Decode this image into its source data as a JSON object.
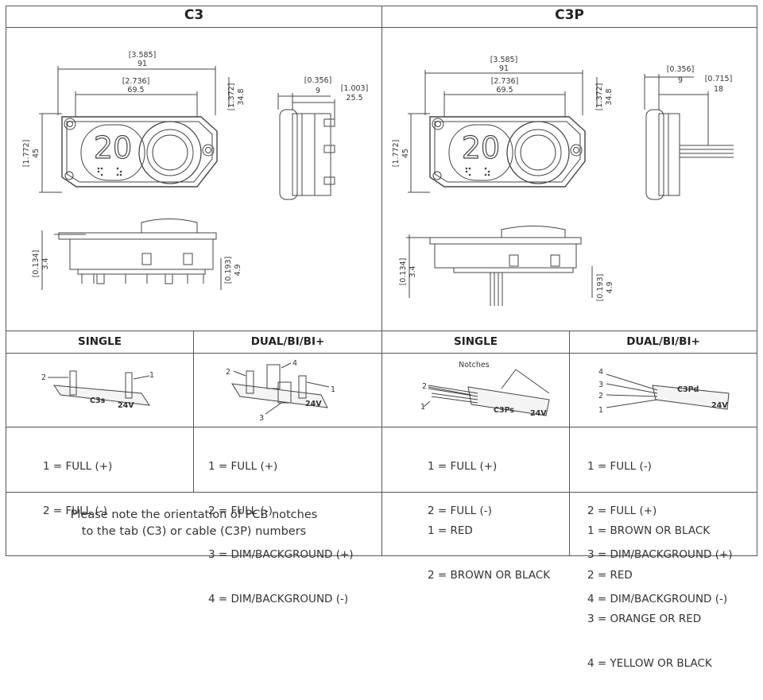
{
  "headers": {
    "c3": "C3",
    "c3p": "C3P"
  },
  "dims_c3": {
    "w_in": "[3.585]",
    "w_mm": "91",
    "w2_in": "[2.736]",
    "w2_mm": "69.5",
    "h_in": "[1.772]",
    "h_mm": "45",
    "d_in": "[1.372]",
    "d_mm": "34.8",
    "s1_in": "[0.356]",
    "s1_mm": "9",
    "s2_in": "[1.003]",
    "s2_mm": "25.5",
    "b1_in": "[0.134]",
    "b1_mm": "3.4",
    "b2_in": "[0.193]",
    "b2_mm": "4.9"
  },
  "dims_c3p": {
    "w_in": "[3.585]",
    "w_mm": "91",
    "w2_in": "[2.736]",
    "w2_mm": "69.5",
    "h_in": "[1.772]",
    "h_mm": "45",
    "d_in": "[1.372]",
    "d_mm": "34.8",
    "s1_in": "[0.356]",
    "s1_mm": "9",
    "s2_in": "[0.715]",
    "s2_mm": "18",
    "b1_in": "[0.134]",
    "b1_mm": "3.4",
    "b2_in": "[0.193]",
    "b2_mm": "4.9"
  },
  "button_number": "20",
  "sections": {
    "c3_single": "SINGLE",
    "c3_dual": "DUAL/BI/BI+",
    "c3p_single": "SINGLE",
    "c3p_dual": "DUAL/BI/BI+"
  },
  "pcb": {
    "c3_label": "C3s",
    "c3p_label": "C3Ps",
    "c3pd_label": "C3Pd",
    "voltage": "24V",
    "notches": "Notches",
    "n1": "1",
    "n2": "2",
    "n3": "3",
    "n4": "4"
  },
  "legends": {
    "c3_single": [
      "1 = FULL (+)",
      "2 = FULL (-)"
    ],
    "c3_dual": [
      "1 = FULL (+)",
      "2 = FULL (-)",
      "3 = DIM/BACKGROUND (+)",
      "4 = DIM/BACKGROUND (-)"
    ],
    "c3p_single": [
      "1 = FULL (+)",
      "2 = FULL (-)"
    ],
    "c3p_dual": [
      "1 = FULL (-)",
      "2 = FULL (+)",
      "3 = DIM/BACKGROUND (+)",
      "4 = DIM/BACKGROUND (-)"
    ]
  },
  "note": [
    "Please note the orientation of PCB notches",
    "to the tab (C3) or cable (C3P) numbers"
  ],
  "colors_single": [
    "1 = RED",
    "2 = BROWN OR BLACK"
  ],
  "colors_dual": [
    "1 = BROWN OR BLACK",
    "2 = RED",
    "3 = ORANGE OR RED",
    "4 = YELLOW OR BLACK"
  ]
}
